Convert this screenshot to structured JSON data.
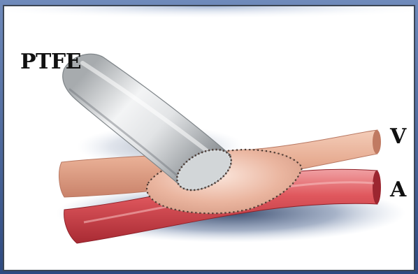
{
  "figure": {
    "labels": {
      "graft": "PTFE",
      "vein": "V",
      "artery": "A"
    },
    "colors": {
      "frame_blue": "#4a6aa0",
      "inner_border": "#3c4654",
      "vein": "#e3aa92",
      "artery": "#d94a52",
      "anastomosis": "#eab59f",
      "graft": "#e2e4e6",
      "suture": "#4a3a33"
    }
  }
}
